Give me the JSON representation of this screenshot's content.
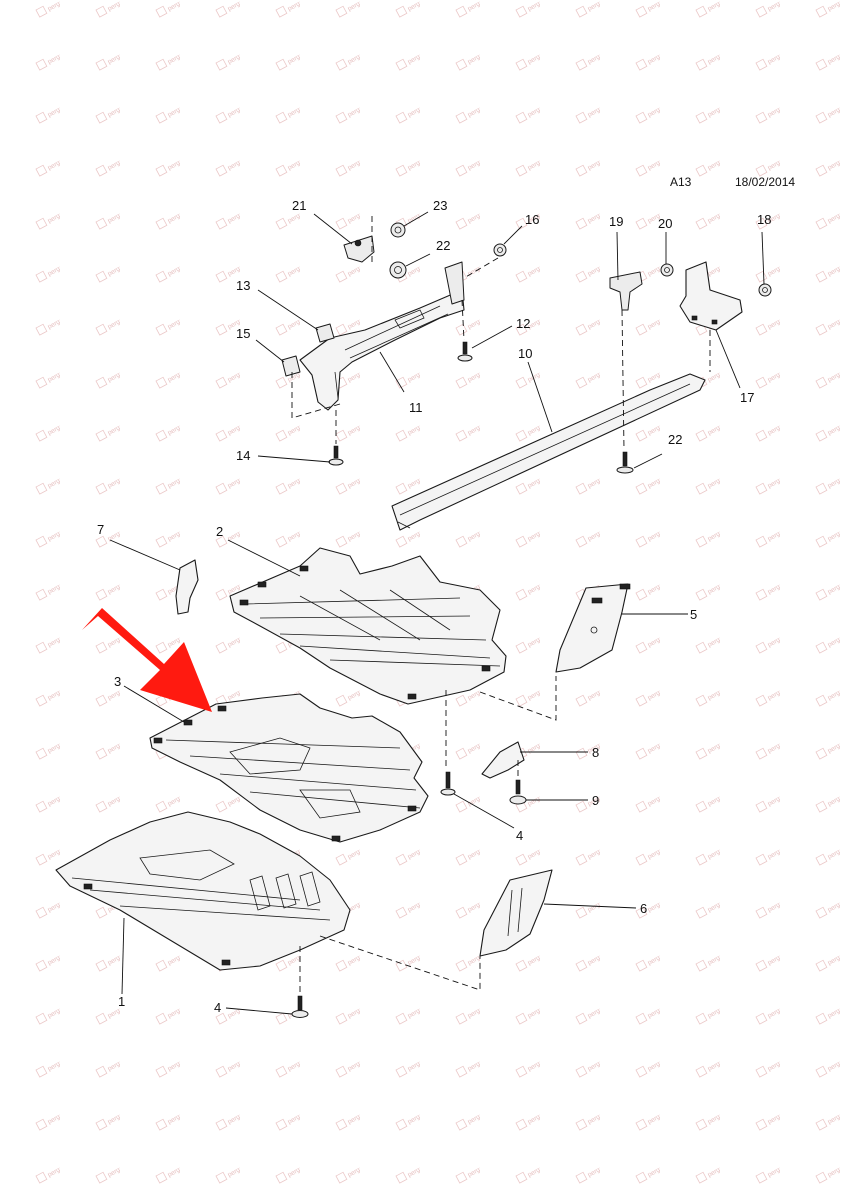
{
  "header": {
    "code": "A13",
    "date": "18/02/2014"
  },
  "watermark": {
    "text": "pergakaloudis",
    "color": "#e6c0c0"
  },
  "highlight": {
    "color": "#ff1a10",
    "target_callout": "3"
  },
  "callouts": {
    "c1": "1",
    "c2": "2",
    "c3": "3",
    "c4a": "4",
    "c4b": "4",
    "c5": "5",
    "c6": "6",
    "c7": "7",
    "c8": "8",
    "c9": "9",
    "c10": "10",
    "c11": "11",
    "c12": "12",
    "c13": "13",
    "c14": "14",
    "c15": "15",
    "c16": "16",
    "c17": "17",
    "c18": "18",
    "c19": "19",
    "c20": "20",
    "c21": "21",
    "c22a": "22",
    "c22b": "22",
    "c23": "23"
  }
}
